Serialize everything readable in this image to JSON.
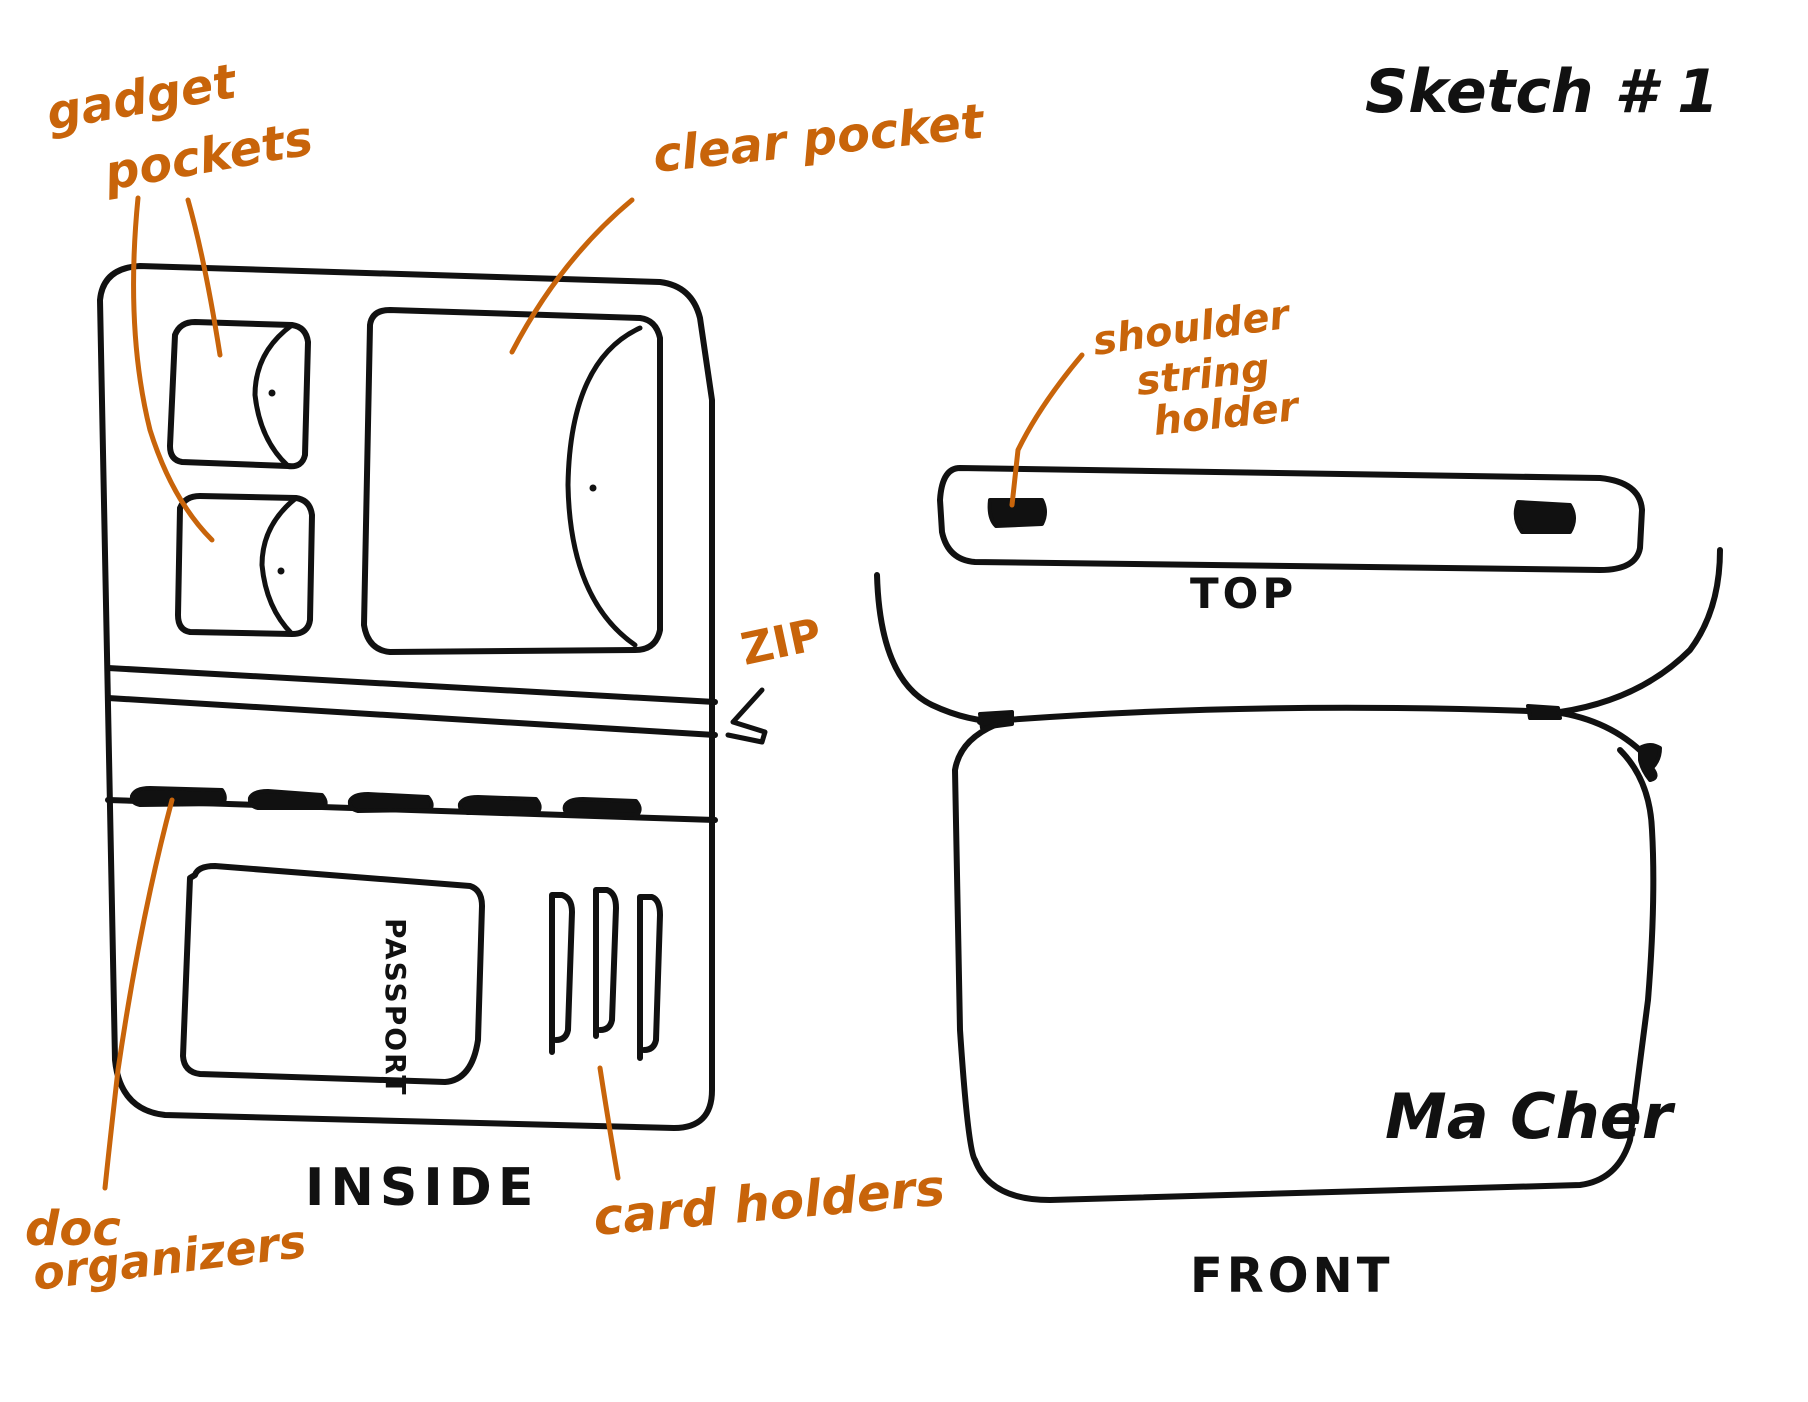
{
  "title": "Sketch # 1",
  "colors": {
    "ink": "#111111",
    "accent": "#c8640a",
    "background": "#ffffff"
  },
  "views": {
    "inside": "INSIDE",
    "top": "TOP",
    "front": "FRONT"
  },
  "labels": {
    "gadget_pockets_line1": "gadget",
    "gadget_pockets_line2": "pockets",
    "clear_pocket": "clear pocket",
    "zip": "ZIP",
    "doc_organizers_line1": "doc",
    "doc_organizers_line2": "organizers",
    "card_holders": "card holders",
    "shoulder_line1": "shoulder",
    "shoulder_line2": "string",
    "shoulder_line3": "holder",
    "passport": "PASSPORT",
    "brand": "Ma Cher"
  }
}
